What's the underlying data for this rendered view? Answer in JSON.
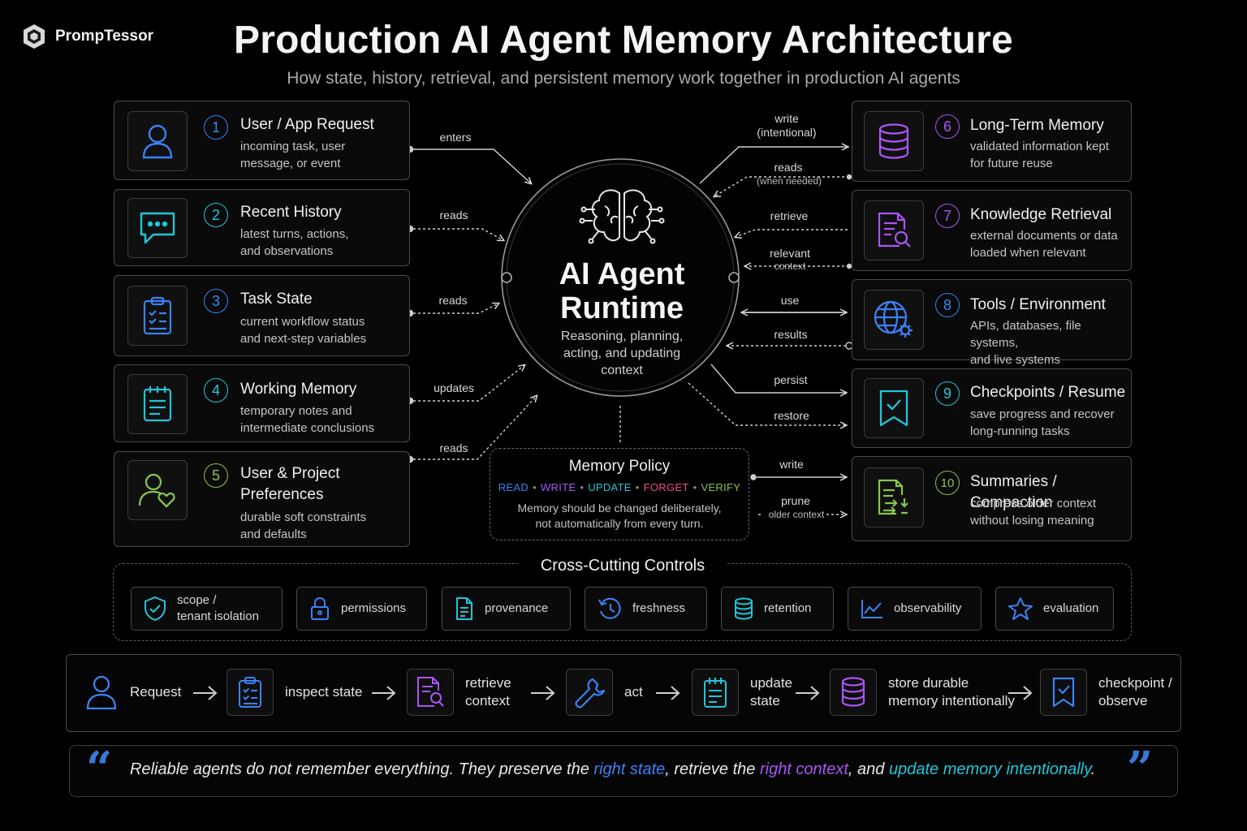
{
  "brand": {
    "name": "PrompTessor"
  },
  "header": {
    "title": "Production AI Agent Memory Architecture",
    "subtitle": "How state, history, retrieval, and persistent memory work together in production AI agents"
  },
  "colors": {
    "blue": "#3b82f6",
    "cyan": "#22c5d8",
    "purple": "#a855f7",
    "green": "#86c44f",
    "pink": "#ef4a8a",
    "gray": "#6b6b6b"
  },
  "left_cards": [
    {
      "num": "1",
      "title": "User / App Request",
      "desc": [
        "incoming task, user",
        "message, or event"
      ],
      "icon": "user-icon"
    },
    {
      "num": "2",
      "title": "Recent History",
      "desc": [
        "latest turns, actions,",
        "and observations"
      ],
      "icon": "chat-bubble-icon"
    },
    {
      "num": "3",
      "title": "Task State",
      "desc": [
        "current workflow status",
        "and next-step variables"
      ],
      "icon": "clipboard-icon"
    },
    {
      "num": "4",
      "title": "Working Memory",
      "desc": [
        "temporary notes and",
        "intermediate conclusions"
      ],
      "icon": "notepad-icon"
    },
    {
      "num": "5",
      "title": [
        "User & Project",
        "Preferences"
      ],
      "desc": [
        "durable soft constraints",
        "and defaults"
      ],
      "icon": "user-heart-icon"
    }
  ],
  "right_cards": [
    {
      "num": "6",
      "title": "Long-Term Memory",
      "desc": [
        "validated information kept",
        "for future reuse"
      ],
      "icon": "database-icon"
    },
    {
      "num": "7",
      "title": "Knowledge Retrieval",
      "desc": [
        "external documents or data",
        "loaded when relevant"
      ],
      "icon": "document-search-icon"
    },
    {
      "num": "8",
      "title": "Tools / Environment",
      "desc": [
        "APIs, databases, file systems,",
        "and live systems"
      ],
      "icon": "globe-gear-icon"
    },
    {
      "num": "9",
      "title": "Checkpoints / Resume",
      "desc": [
        "save progress and recover",
        "long-running tasks"
      ],
      "icon": "bookmark-check-icon"
    },
    {
      "num": "10",
      "title": "Summaries / Compaction",
      "desc": [
        "compress older context",
        "without losing meaning"
      ],
      "icon": "document-compress-icon"
    }
  ],
  "left_labels": [
    "enters",
    "reads",
    "reads",
    "updates",
    "reads"
  ],
  "right_labels": {
    "write": "write",
    "write_sub": "(intentional)",
    "reads": "reads",
    "reads_sub": "(when needed)",
    "retrieve": "retrieve",
    "relevant": "relevant",
    "relevant_sub": "context",
    "use": "use",
    "results": "results",
    "persist": "persist",
    "restore": "restore",
    "policy_write": "write",
    "prune": "prune",
    "prune_sub": "older context"
  },
  "runtime": {
    "title": [
      "AI Agent",
      "Runtime"
    ],
    "desc": [
      "Reasoning, planning,",
      "acting, and updating",
      "context"
    ]
  },
  "policy": {
    "title": "Memory Policy",
    "ops": [
      {
        "label": "READ",
        "color": "#3b82f6"
      },
      {
        "label": "WRITE",
        "color": "#a855f7"
      },
      {
        "label": "UPDATE",
        "color": "#22c5d8"
      },
      {
        "label": "FORGET",
        "color": "#ef4a8a"
      },
      {
        "label": "VERIFY",
        "color": "#86c44f"
      }
    ],
    "desc": [
      "Memory should be changed deliberately,",
      "not automatically from every turn."
    ]
  },
  "controls": {
    "title": "Cross-Cutting Controls",
    "items": [
      {
        "label": [
          "scope /",
          "tenant isolation"
        ],
        "icon": "shield-check-icon"
      },
      {
        "label": [
          "permissions"
        ],
        "icon": "lock-icon"
      },
      {
        "label": [
          "provenance"
        ],
        "icon": "document-icon"
      },
      {
        "label": [
          "freshness"
        ],
        "icon": "clock-refresh-icon"
      },
      {
        "label": [
          "retention"
        ],
        "icon": "database-icon"
      },
      {
        "label": [
          "observability"
        ],
        "icon": "line-chart-icon"
      },
      {
        "label": [
          "evaluation"
        ],
        "icon": "star-icon"
      }
    ]
  },
  "flow": [
    {
      "label": [
        "Request"
      ],
      "icon": "user-icon"
    },
    {
      "label": [
        "inspect state"
      ],
      "icon": "clipboard-icon"
    },
    {
      "label": [
        "retrieve",
        "context"
      ],
      "icon": "document-search-icon"
    },
    {
      "label": [
        "act"
      ],
      "icon": "wrench-icon"
    },
    {
      "label": [
        "update",
        "state"
      ],
      "icon": "clipboard-icon"
    },
    {
      "label": [
        "store durable",
        "memory intentionally"
      ],
      "icon": "database-icon"
    },
    {
      "label": [
        "checkpoint /",
        "observe"
      ],
      "icon": "bookmark-check-icon"
    }
  ],
  "quote": {
    "open": "“",
    "close": "”",
    "p1": "Reliable agents do not remember everything. They preserve the ",
    "h1": "right state",
    "p2": ", retrieve the ",
    "h2": "right context",
    "p3": ", and ",
    "h3": "update memory intentionally",
    "p4": "."
  }
}
